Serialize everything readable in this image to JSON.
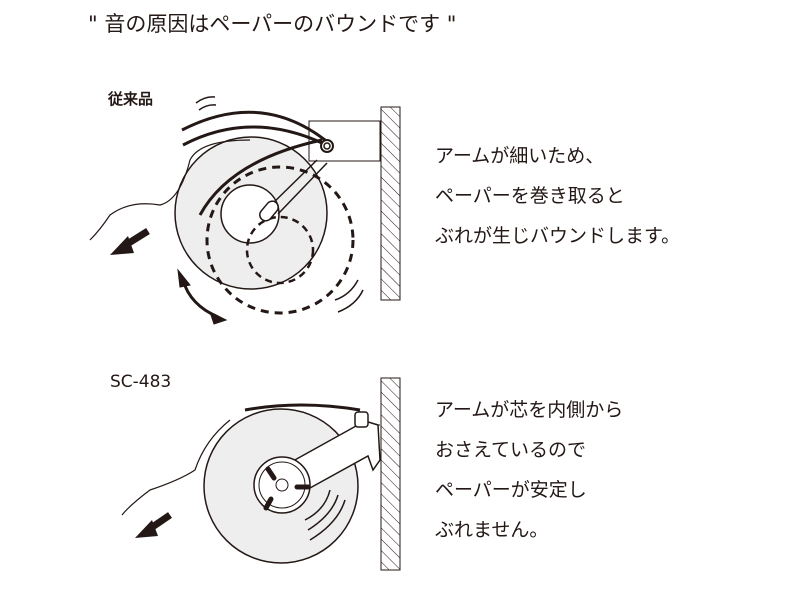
{
  "title": "\" 音の原因はペーパーのバウンドです \"",
  "conventional": {
    "label": "従来品",
    "lines": [
      "アームが細いため、",
      "ペーパーを巻き取ると",
      "ぶれが生じバウンドします。"
    ]
  },
  "product": {
    "label": "SC-483",
    "lines": [
      "アームが芯を内側から",
      "おさえているので",
      "ペーパーが安定し",
      "ぶれません。"
    ]
  },
  "colors": {
    "ink": "#231815",
    "roll": "#eeeeee"
  }
}
